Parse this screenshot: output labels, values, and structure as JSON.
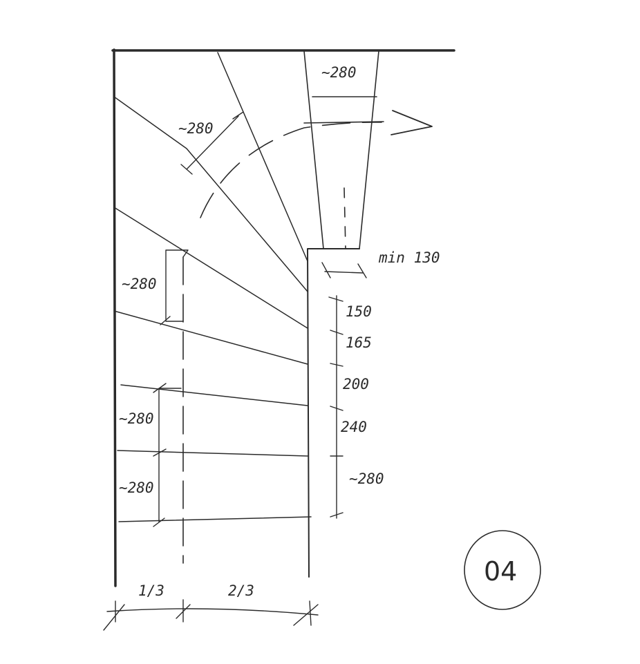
{
  "sketch_id": "04",
  "labels": {
    "top_right_width": "~280",
    "diagonal_tread": "~280",
    "min_width": "min 130",
    "upper_left_tread": "~280",
    "inner_150": "150",
    "inner_165": "165",
    "inner_200": "200",
    "inner_240": "240",
    "inner_280": "~280",
    "lower_left_tread_1": "~280",
    "lower_left_tread_2": "~280",
    "one_third": "1/3",
    "two_thirds": "2/3"
  },
  "ink_color": "#2a2a2a"
}
